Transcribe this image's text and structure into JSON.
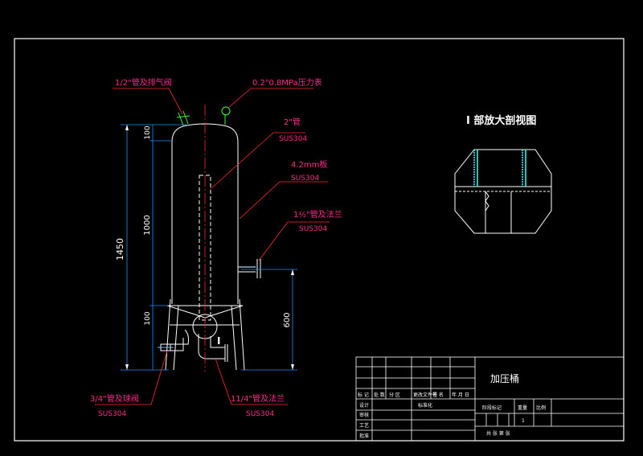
{
  "drawing": {
    "labels": {
      "vent_pipe": "1/2\"管及排气阀",
      "gauge": "0.2\"0.8MPa压力表",
      "pipe_2in": "2\"管",
      "pipe_2in_mat": "SUS304",
      "plate": "4.2mm板",
      "plate_mat": "SUS304",
      "flange_pipe": "1½\"管及法兰",
      "flange_pipe_mat": "SUS304",
      "ball_valve": "3/4\"管及球阀",
      "ball_valve_mat": "SUS304",
      "bottom_flange": "11/4\"管及法兰",
      "bottom_flange_mat": "SUS304",
      "detail_marker": "I"
    },
    "dimensions": {
      "overall": "1450",
      "top_head": "100",
      "body": "1000",
      "bottom_head": "100",
      "outlet_height": "600"
    },
    "detail_view": {
      "title": "I 部放大剖视图"
    }
  },
  "title_block": {
    "name": "加压桶",
    "cells": {
      "r1": [
        "标 记",
        "处 数",
        "分 区",
        "更改文件号",
        "签 名",
        "年 月 日"
      ],
      "design": "设计",
      "std": "标准化",
      "stage": "阶段标记",
      "weight": "重量",
      "scale": "比例",
      "scale_val": "1",
      "review": "审核",
      "process": "工艺",
      "approve": "批准",
      "sheets": "共 张  第 张"
    }
  }
}
